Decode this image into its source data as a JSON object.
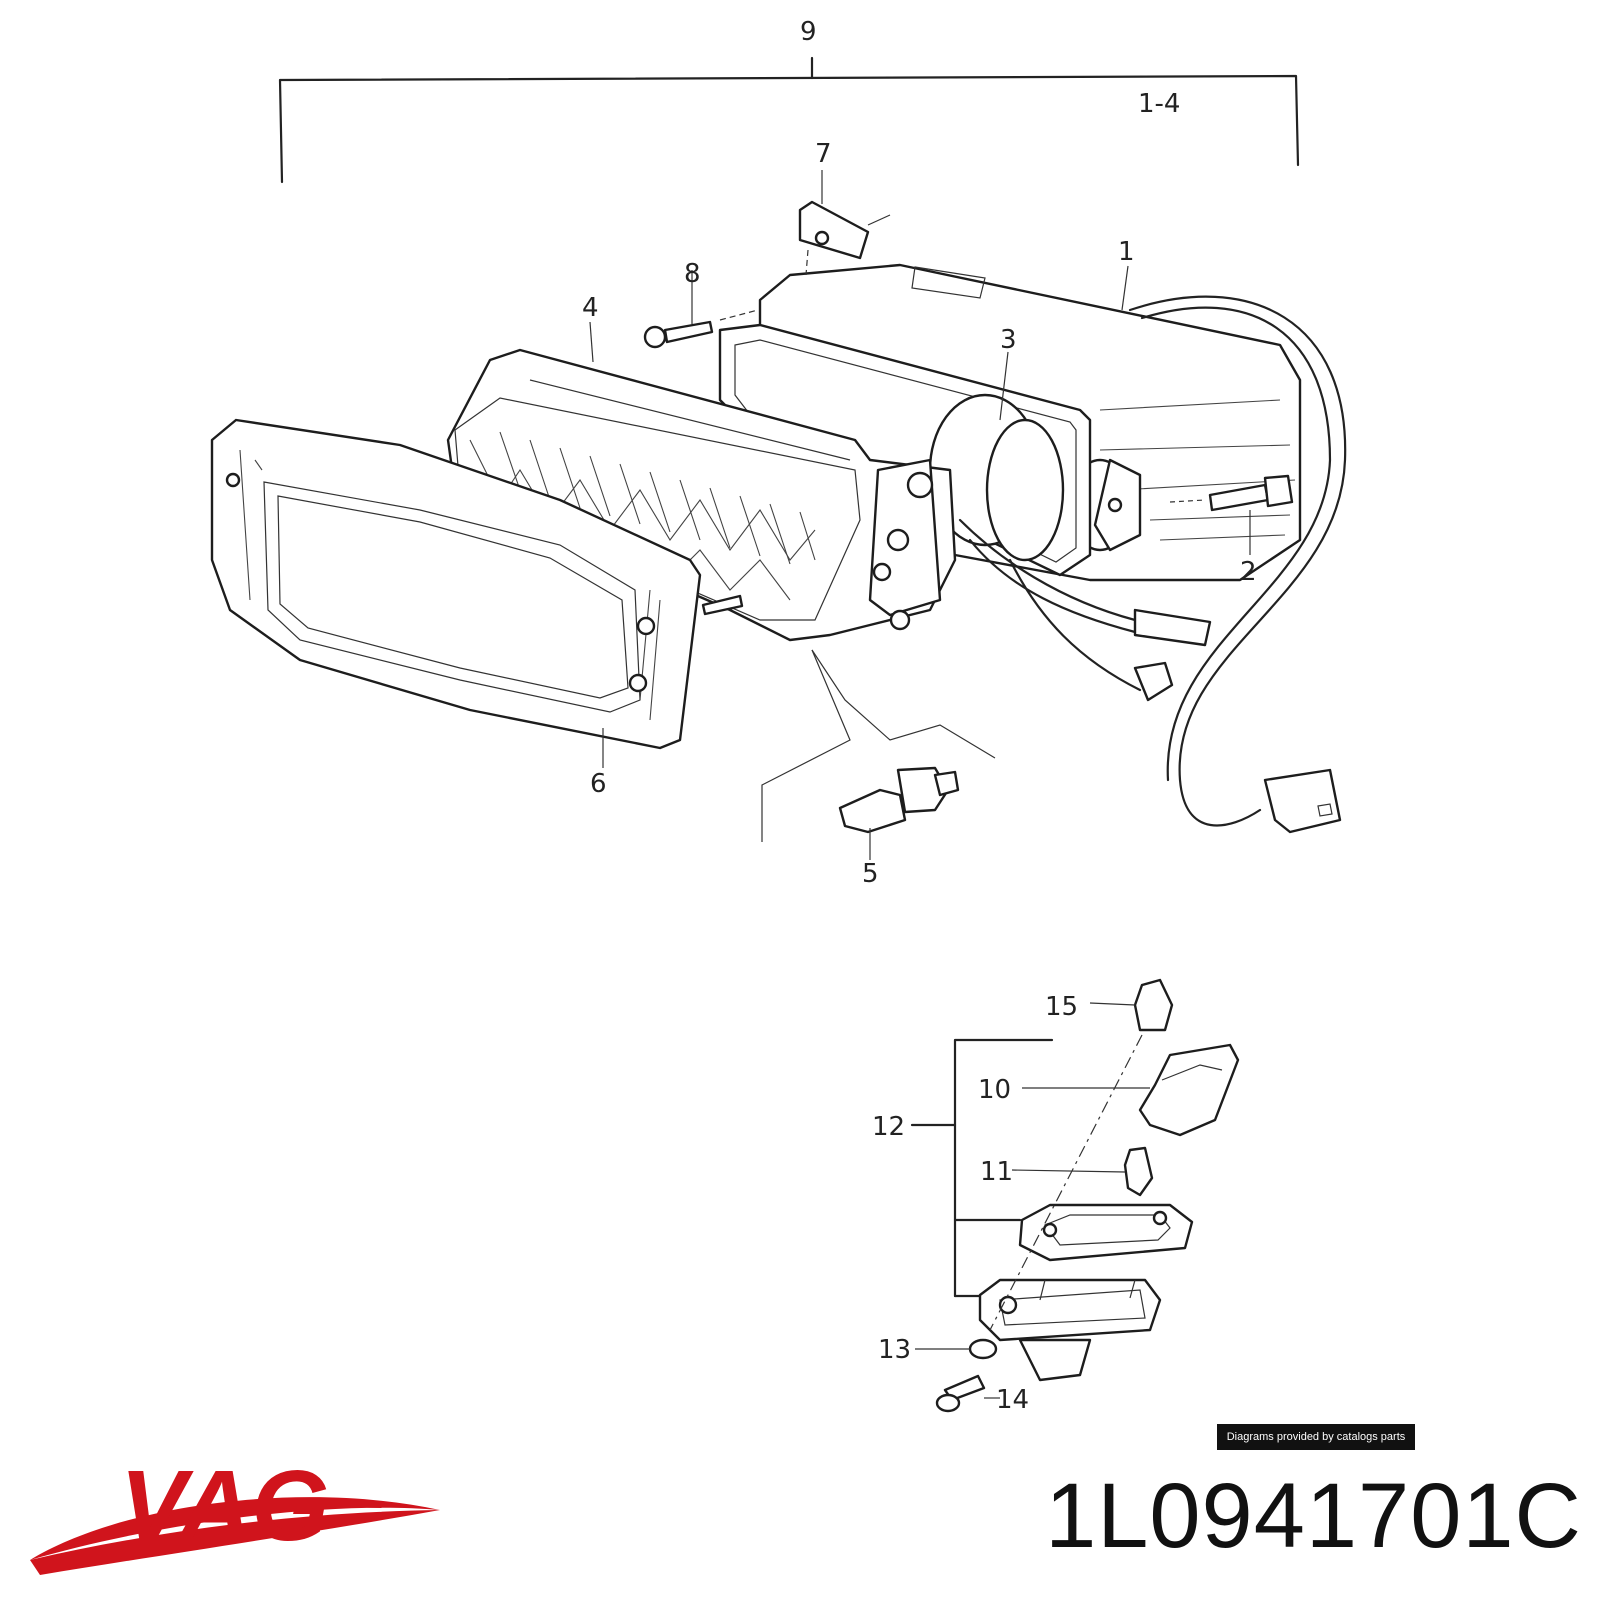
{
  "callouts": {
    "c9": "9",
    "c1_4": "1-4",
    "c7": "7",
    "c1": "1",
    "c8": "8",
    "c4": "4",
    "c3": "3",
    "c2": "2",
    "c6": "6",
    "c5": "5",
    "c15": "15",
    "c10": "10",
    "c12": "12",
    "c11": "11",
    "c13": "13",
    "c14": "14"
  },
  "credit": "Diagrams provided by catalogs parts",
  "brand": {
    "name": "VAG",
    "color": "#d0141c"
  },
  "part_number": "1L0941701C"
}
